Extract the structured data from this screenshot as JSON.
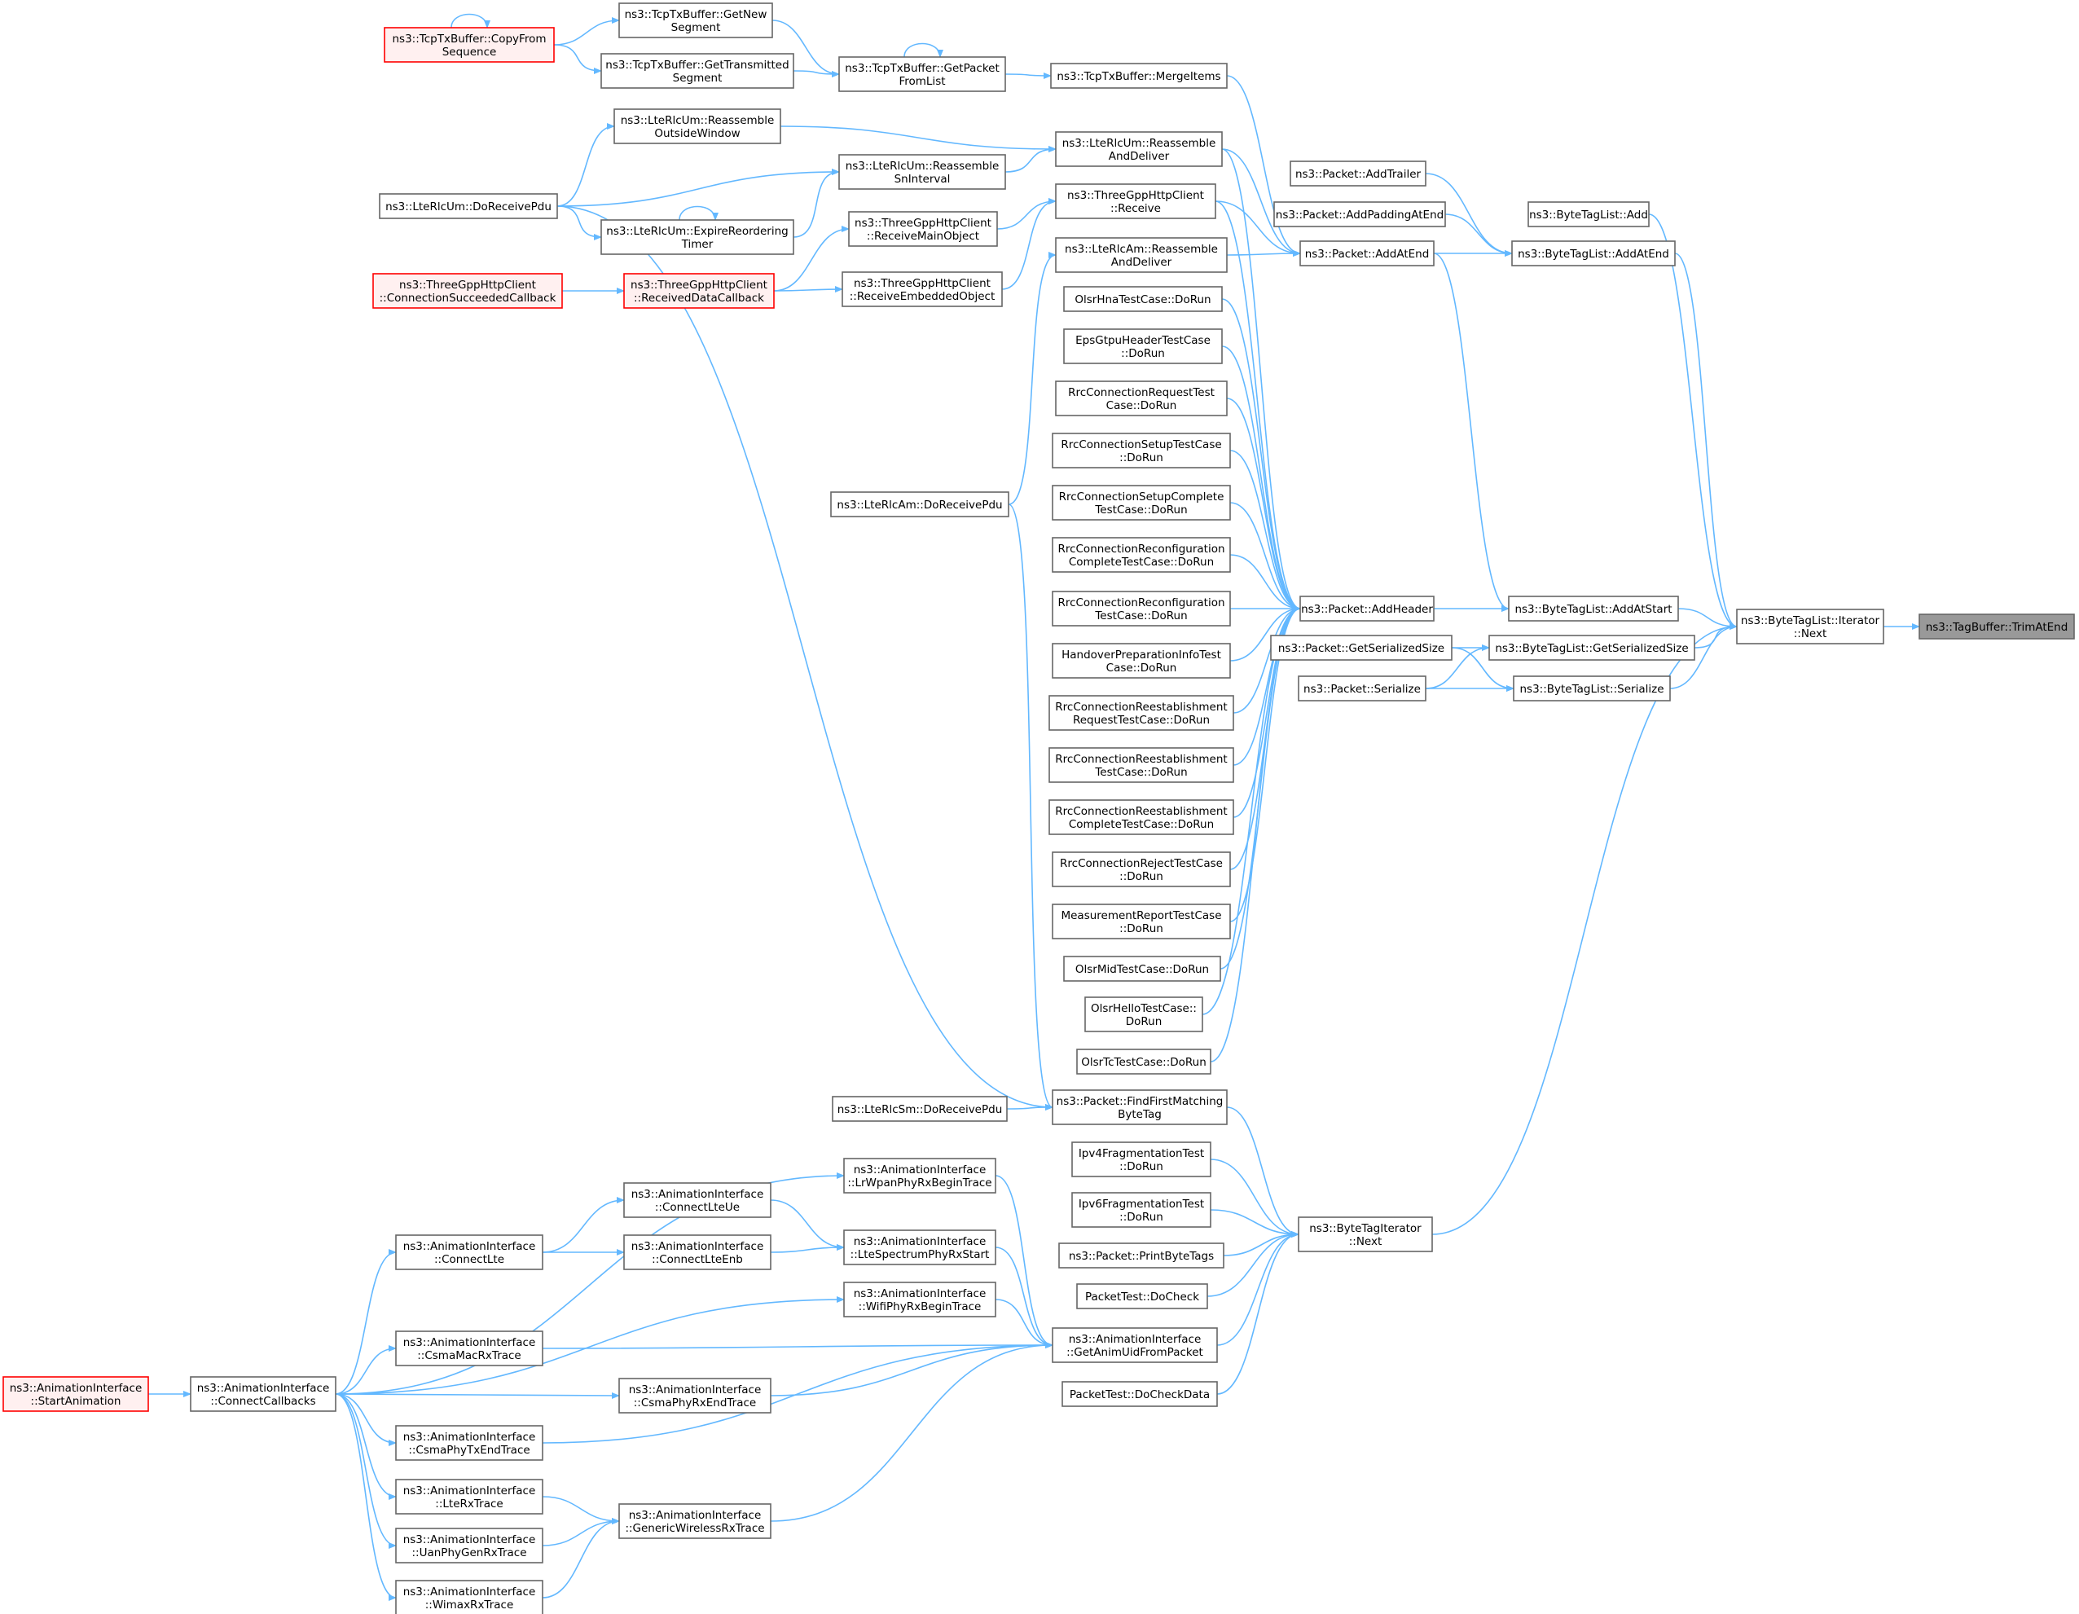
{
  "title": "",
  "colors": {
    "edge": "#63b8ff",
    "node_border": "#666666",
    "node_border_truncated": "#ff0000",
    "node_fill_truncated": "#fff0f0",
    "node_fill_focus": "#999999"
  },
  "nodes": [
    {
      "id": "n1",
      "lines": [
        "ns3::TagBuffer::TrimAtEnd"
      ],
      "style": "focus"
    },
    {
      "id": "n2",
      "lines": [
        "ns3::ByteTagList::Iterator",
        "::Next"
      ],
      "style": "normal"
    },
    {
      "id": "n3",
      "lines": [
        "ns3::ByteTagList::Add"
      ],
      "style": "normal"
    },
    {
      "id": "n4",
      "lines": [
        "ns3::ByteTagList::AddAtEnd"
      ],
      "style": "normal"
    },
    {
      "id": "n5",
      "lines": [
        "ns3::Packet::AddTrailer"
      ],
      "style": "normal"
    },
    {
      "id": "n6",
      "lines": [
        "ns3::Packet::AddPaddingAtEnd"
      ],
      "style": "normal"
    },
    {
      "id": "n7",
      "lines": [
        "ns3::Packet::AddAtEnd"
      ],
      "style": "normal"
    },
    {
      "id": "n8",
      "lines": [
        "ns3::TcpTxBuffer::MergeItems"
      ],
      "style": "normal"
    },
    {
      "id": "n9",
      "lines": [
        "ns3::LteRlcUm::Reassemble",
        "AndDeliver"
      ],
      "style": "normal"
    },
    {
      "id": "n10",
      "lines": [
        "ns3::ThreeGppHttpClient",
        "::Receive"
      ],
      "style": "normal"
    },
    {
      "id": "n11",
      "lines": [
        "ns3::LteRlcAm::Reassemble",
        "AndDeliver"
      ],
      "style": "normal"
    },
    {
      "id": "n12",
      "lines": [
        "ns3::TcpTxBuffer::GetPacket",
        "FromList"
      ],
      "style": "normal"
    },
    {
      "id": "n13",
      "lines": [
        "ns3::TcpTxBuffer::GetNew",
        "Segment"
      ],
      "style": "normal"
    },
    {
      "id": "n14",
      "lines": [
        "ns3::TcpTxBuffer::GetTransmitted",
        "Segment"
      ],
      "style": "normal"
    },
    {
      "id": "n15",
      "lines": [
        "ns3::TcpTxBuffer::CopyFrom",
        "Sequence"
      ],
      "style": "truncated"
    },
    {
      "id": "n16",
      "lines": [
        "ns3::LteRlcUm::Reassemble",
        "OutsideWindow"
      ],
      "style": "normal"
    },
    {
      "id": "n17",
      "lines": [
        "ns3::LteRlcUm::Reassemble",
        "SnInterval"
      ],
      "style": "normal"
    },
    {
      "id": "n18",
      "lines": [
        "ns3::LteRlcUm::ExpireReordering",
        "Timer"
      ],
      "style": "normal"
    },
    {
      "id": "n19",
      "lines": [
        "ns3::LteRlcUm::DoReceivePdu"
      ],
      "style": "normal"
    },
    {
      "id": "n20",
      "lines": [
        "ns3::ThreeGppHttpClient",
        "::ReceiveMainObject"
      ],
      "style": "normal"
    },
    {
      "id": "n21",
      "lines": [
        "ns3::ThreeGppHttpClient",
        "::ReceiveEmbeddedObject"
      ],
      "style": "normal"
    },
    {
      "id": "n22",
      "lines": [
        "ns3::ThreeGppHttpClient",
        "::ReceivedDataCallback"
      ],
      "style": "truncated"
    },
    {
      "id": "n23",
      "lines": [
        "ns3::ThreeGppHttpClient",
        "::ConnectionSucceededCallback"
      ],
      "style": "truncated"
    },
    {
      "id": "n24",
      "lines": [
        "ns3::LteRlcAm::DoReceivePdu"
      ],
      "style": "normal"
    },
    {
      "id": "n25",
      "lines": [
        "ns3::ByteTagList::AddAtStart"
      ],
      "style": "normal"
    },
    {
      "id": "n26",
      "lines": [
        "ns3::Packet::AddHeader"
      ],
      "style": "normal"
    },
    {
      "id": "n27",
      "lines": [
        "OlsrHnaTestCase::DoRun"
      ],
      "style": "normal"
    },
    {
      "id": "n28",
      "lines": [
        "EpsGtpuHeaderTestCase",
        "::DoRun"
      ],
      "style": "normal"
    },
    {
      "id": "n29",
      "lines": [
        "RrcConnectionRequestTest",
        "Case::DoRun"
      ],
      "style": "normal"
    },
    {
      "id": "n30",
      "lines": [
        "RrcConnectionSetupTestCase",
        "::DoRun"
      ],
      "style": "normal"
    },
    {
      "id": "n31",
      "lines": [
        "RrcConnectionSetupComplete",
        "TestCase::DoRun"
      ],
      "style": "normal"
    },
    {
      "id": "n32",
      "lines": [
        "RrcConnectionReconfiguration",
        "CompleteTestCase::DoRun"
      ],
      "style": "normal"
    },
    {
      "id": "n33",
      "lines": [
        "RrcConnectionReconfiguration",
        "TestCase::DoRun"
      ],
      "style": "normal"
    },
    {
      "id": "n34",
      "lines": [
        "HandoverPreparationInfoTest",
        "Case::DoRun"
      ],
      "style": "normal"
    },
    {
      "id": "n35",
      "lines": [
        "RrcConnectionReestablishment",
        "RequestTestCase::DoRun"
      ],
      "style": "normal"
    },
    {
      "id": "n36",
      "lines": [
        "RrcConnectionReestablishment",
        "TestCase::DoRun"
      ],
      "style": "normal"
    },
    {
      "id": "n37",
      "lines": [
        "RrcConnectionReestablishment",
        "CompleteTestCase::DoRun"
      ],
      "style": "normal"
    },
    {
      "id": "n38",
      "lines": [
        "RrcConnectionRejectTestCase",
        "::DoRun"
      ],
      "style": "normal"
    },
    {
      "id": "n39",
      "lines": [
        "MeasurementReportTestCase",
        "::DoRun"
      ],
      "style": "normal"
    },
    {
      "id": "n40",
      "lines": [
        "OlsrMidTestCase::DoRun"
      ],
      "style": "normal"
    },
    {
      "id": "n41",
      "lines": [
        "OlsrHelloTestCase::",
        "DoRun"
      ],
      "style": "normal"
    },
    {
      "id": "n42",
      "lines": [
        "OlsrTcTestCase::DoRun"
      ],
      "style": "normal"
    },
    {
      "id": "n43",
      "lines": [
        "ns3::ByteTagList::GetSerializedSize"
      ],
      "style": "normal"
    },
    {
      "id": "n44",
      "lines": [
        "ns3::Packet::GetSerializedSize"
      ],
      "style": "normal"
    },
    {
      "id": "n45",
      "lines": [
        "ns3::ByteTagList::Serialize"
      ],
      "style": "normal"
    },
    {
      "id": "n46",
      "lines": [
        "ns3::Packet::Serialize"
      ],
      "style": "normal"
    },
    {
      "id": "n47",
      "lines": [
        "ns3::ByteTagIterator",
        "::Next"
      ],
      "style": "normal"
    },
    {
      "id": "n48",
      "lines": [
        "ns3::Packet::FindFirstMatching",
        "ByteTag"
      ],
      "style": "normal"
    },
    {
      "id": "n49",
      "lines": [
        "ns3::LteRlcSm::DoReceivePdu"
      ],
      "style": "normal"
    },
    {
      "id": "n50",
      "lines": [
        "Ipv4FragmentationTest",
        "::DoRun"
      ],
      "style": "normal"
    },
    {
      "id": "n51",
      "lines": [
        "Ipv6FragmentationTest",
        "::DoRun"
      ],
      "style": "normal"
    },
    {
      "id": "n52",
      "lines": [
        "ns3::Packet::PrintByteTags"
      ],
      "style": "normal"
    },
    {
      "id": "n53",
      "lines": [
        "PacketTest::DoCheck"
      ],
      "style": "normal"
    },
    {
      "id": "n54",
      "lines": [
        "ns3::AnimationInterface",
        "::GetAnimUidFromPacket"
      ],
      "style": "normal"
    },
    {
      "id": "n55",
      "lines": [
        "PacketTest::DoCheckData"
      ],
      "style": "normal"
    },
    {
      "id": "n56",
      "lines": [
        "ns3::AnimationInterface",
        "::LrWpanPhyRxBeginTrace"
      ],
      "style": "normal"
    },
    {
      "id": "n57",
      "lines": [
        "ns3::AnimationInterface",
        "::LteSpectrumPhyRxStart"
      ],
      "style": "normal"
    },
    {
      "id": "n58",
      "lines": [
        "ns3::AnimationInterface",
        "::WifiPhyRxBeginTrace"
      ],
      "style": "normal"
    },
    {
      "id": "n59",
      "lines": [
        "ns3::AnimationInterface",
        "::CsmaMacRxTrace"
      ],
      "style": "normal"
    },
    {
      "id": "n60",
      "lines": [
        "ns3::AnimationInterface",
        "::CsmaPhyRxEndTrace"
      ],
      "style": "normal"
    },
    {
      "id": "n61",
      "lines": [
        "ns3::AnimationInterface",
        "::CsmaPhyTxEndTrace"
      ],
      "style": "normal"
    },
    {
      "id": "n62",
      "lines": [
        "ns3::AnimationInterface",
        "::GenericWirelessRxTrace"
      ],
      "style": "normal"
    },
    {
      "id": "n63",
      "lines": [
        "ns3::AnimationInterface",
        "::ConnectLteUe"
      ],
      "style": "normal"
    },
    {
      "id": "n64",
      "lines": [
        "ns3::AnimationInterface",
        "::ConnectLteEnb"
      ],
      "style": "normal"
    },
    {
      "id": "n65",
      "lines": [
        "ns3::AnimationInterface",
        "::ConnectLte"
      ],
      "style": "normal"
    },
    {
      "id": "n66",
      "lines": [
        "ns3::AnimationInterface",
        "::LteRxTrace"
      ],
      "style": "normal"
    },
    {
      "id": "n67",
      "lines": [
        "ns3::AnimationInterface",
        "::UanPhyGenRxTrace"
      ],
      "style": "normal"
    },
    {
      "id": "n68",
      "lines": [
        "ns3::AnimationInterface",
        "::WimaxRxTrace"
      ],
      "style": "normal"
    },
    {
      "id": "n69",
      "lines": [
        "ns3::AnimationInterface",
        "::ConnectCallbacks"
      ],
      "style": "normal"
    },
    {
      "id": "n70",
      "lines": [
        "ns3::AnimationInterface",
        "::StartAnimation"
      ],
      "style": "truncated"
    }
  ],
  "edges": [
    [
      "n2",
      "n1"
    ],
    [
      "n3",
      "n2"
    ],
    [
      "n4",
      "n2"
    ],
    [
      "n25",
      "n2"
    ],
    [
      "n43",
      "n2"
    ],
    [
      "n45",
      "n2"
    ],
    [
      "n47",
      "n2"
    ],
    [
      "n5",
      "n4"
    ],
    [
      "n6",
      "n4"
    ],
    [
      "n7",
      "n4"
    ],
    [
      "n8",
      "n7"
    ],
    [
      "n9",
      "n7"
    ],
    [
      "n10",
      "n7"
    ],
    [
      "n11",
      "n7"
    ],
    [
      "n12",
      "n8"
    ],
    [
      "n13",
      "n12"
    ],
    [
      "n14",
      "n12"
    ],
    [
      "n12",
      "n12"
    ],
    [
      "n15",
      "n13"
    ],
    [
      "n15",
      "n14"
    ],
    [
      "n15",
      "n15"
    ],
    [
      "n16",
      "n9"
    ],
    [
      "n17",
      "n9"
    ],
    [
      "n19",
      "n16"
    ],
    [
      "n19",
      "n17"
    ],
    [
      "n18",
      "n17"
    ],
    [
      "n19",
      "n18"
    ],
    [
      "n18",
      "n18"
    ],
    [
      "n20",
      "n10"
    ],
    [
      "n21",
      "n10"
    ],
    [
      "n22",
      "n20"
    ],
    [
      "n22",
      "n21"
    ],
    [
      "n23",
      "n22"
    ],
    [
      "n24",
      "n11"
    ],
    [
      "n7",
      "n25"
    ],
    [
      "n26",
      "n25"
    ],
    [
      "n9",
      "n26"
    ],
    [
      "n10",
      "n26"
    ],
    [
      "n27",
      "n26"
    ],
    [
      "n28",
      "n26"
    ],
    [
      "n29",
      "n26"
    ],
    [
      "n30",
      "n26"
    ],
    [
      "n31",
      "n26"
    ],
    [
      "n32",
      "n26"
    ],
    [
      "n33",
      "n26"
    ],
    [
      "n34",
      "n26"
    ],
    [
      "n35",
      "n26"
    ],
    [
      "n36",
      "n26"
    ],
    [
      "n37",
      "n26"
    ],
    [
      "n38",
      "n26"
    ],
    [
      "n39",
      "n26"
    ],
    [
      "n40",
      "n26"
    ],
    [
      "n41",
      "n26"
    ],
    [
      "n42",
      "n26"
    ],
    [
      "n44",
      "n43"
    ],
    [
      "n46",
      "n45"
    ],
    [
      "n44",
      "n45"
    ],
    [
      "n46",
      "n43"
    ],
    [
      "n48",
      "n47"
    ],
    [
      "n50",
      "n47"
    ],
    [
      "n51",
      "n47"
    ],
    [
      "n52",
      "n47"
    ],
    [
      "n53",
      "n47"
    ],
    [
      "n54",
      "n47"
    ],
    [
      "n55",
      "n47"
    ],
    [
      "n19",
      "n48"
    ],
    [
      "n24",
      "n48"
    ],
    [
      "n49",
      "n48"
    ],
    [
      "n56",
      "n54"
    ],
    [
      "n57",
      "n54"
    ],
    [
      "n58",
      "n54"
    ],
    [
      "n59",
      "n54"
    ],
    [
      "n60",
      "n54"
    ],
    [
      "n61",
      "n54"
    ],
    [
      "n62",
      "n54"
    ],
    [
      "n63",
      "n57"
    ],
    [
      "n64",
      "n57"
    ],
    [
      "n65",
      "n63"
    ],
    [
      "n65",
      "n64"
    ],
    [
      "n66",
      "n62"
    ],
    [
      "n67",
      "n62"
    ],
    [
      "n68",
      "n62"
    ],
    [
      "n69",
      "n56"
    ],
    [
      "n69",
      "n58"
    ],
    [
      "n69",
      "n65"
    ],
    [
      "n69",
      "n59"
    ],
    [
      "n69",
      "n60"
    ],
    [
      "n69",
      "n61"
    ],
    [
      "n69",
      "n66"
    ],
    [
      "n69",
      "n67"
    ],
    [
      "n69",
      "n68"
    ],
    [
      "n70",
      "n69"
    ]
  ]
}
